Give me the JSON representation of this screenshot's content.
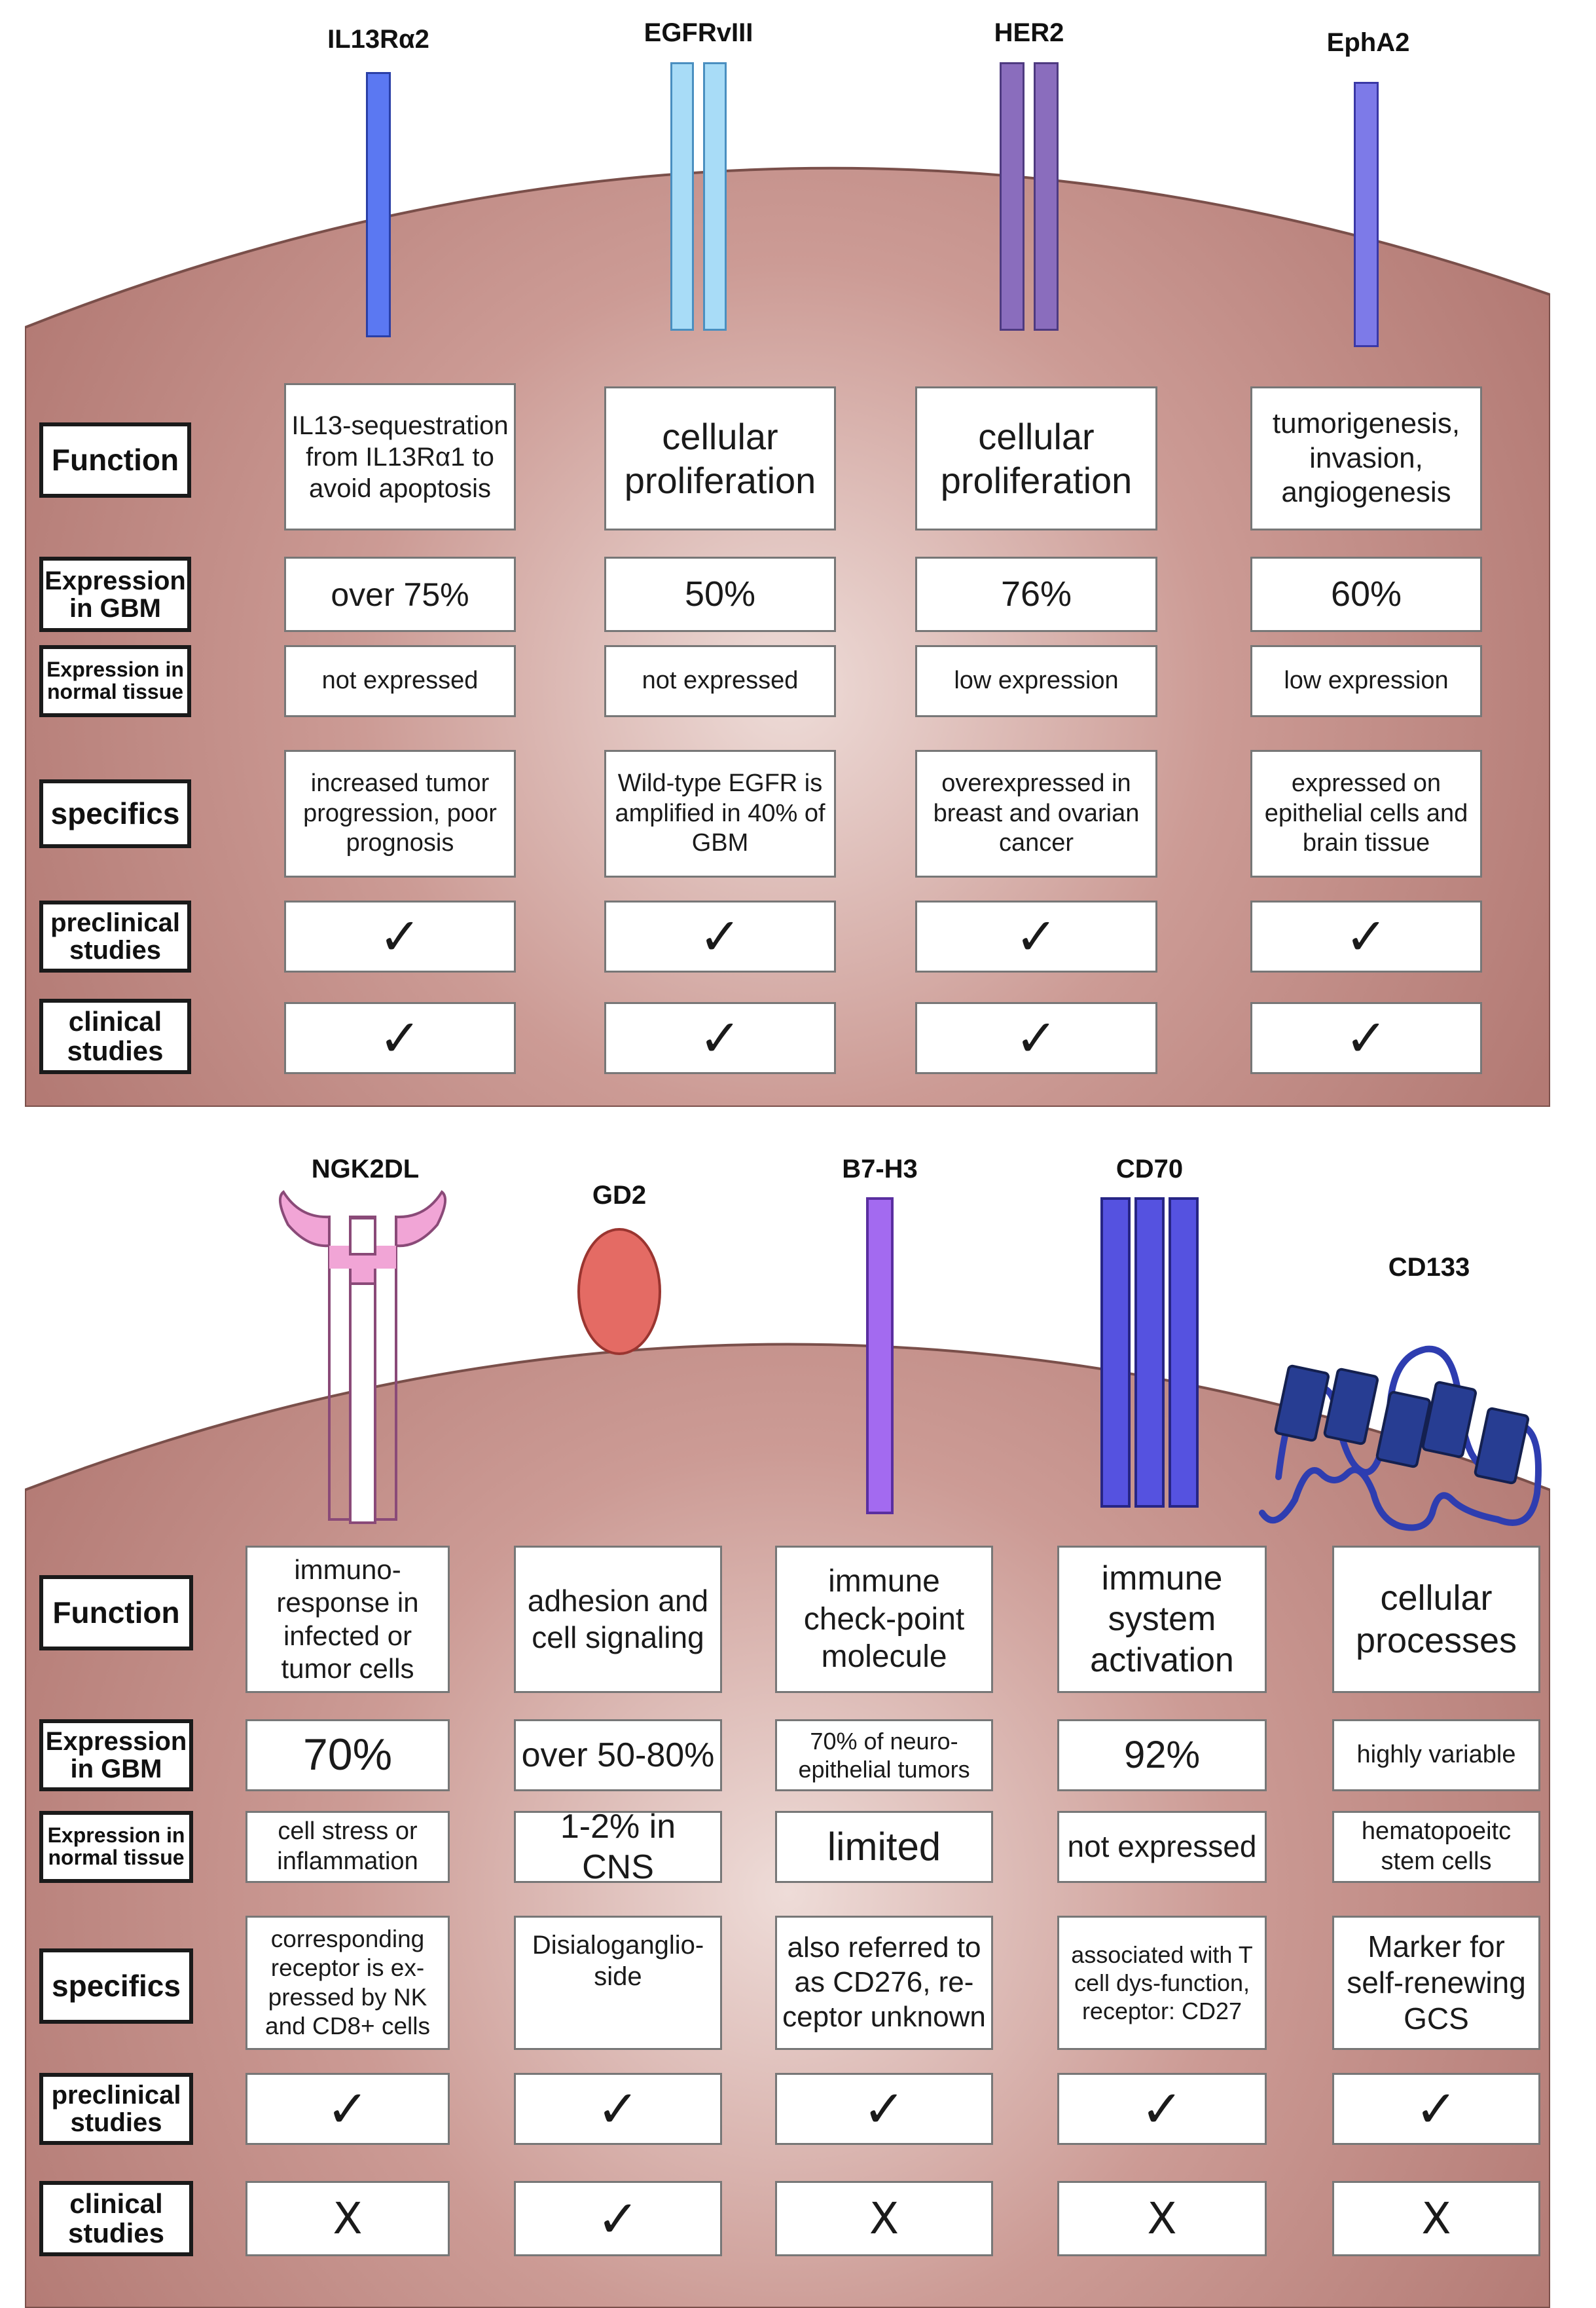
{
  "colors": {
    "cell_light": "#eedcd8",
    "cell_mid": "#cc9b95",
    "cell_dark": "#b37a74",
    "IL13Ra2": "#5b78f2",
    "EGFRvIII": "#a8dcf7",
    "HER2": "#8a6dbd",
    "EphA2": "#7d7ae8",
    "NGK2DL": "#f1a5d6",
    "GD2": "#e46b64",
    "B7-H3": "#a36af0",
    "CD70": "#5552e0",
    "CD133": "#273d92"
  },
  "icons": {
    "check": "check-mark-icon",
    "cross": "cross-mark-icon"
  },
  "top": {
    "row_labels": {
      "function": "Function",
      "expr_gbm": "Expression in GBM",
      "expr_normal": "Expression in normal tissue",
      "specifics": "specifics",
      "preclinical": "preclinical studies",
      "clinical": "clinical studies"
    },
    "targets": [
      {
        "name": "IL13Rα2",
        "function": "IL13-sequestration from IL13Rα1 to avoid apoptosis",
        "expr_gbm": "over 75%",
        "expr_normal": "not expressed",
        "specifics": "increased tumor progression, poor prognosis",
        "preclinical": "✓",
        "clinical": "✓"
      },
      {
        "name": "EGFRvIII",
        "function": "cellular proliferation",
        "expr_gbm": "50%",
        "expr_normal": "not expressed",
        "specifics": "Wild-type EGFR is amplified in 40% of GBM",
        "preclinical": "✓",
        "clinical": "✓"
      },
      {
        "name": "HER2",
        "function": "cellular proliferation",
        "expr_gbm": "76%",
        "expr_normal": "low expression",
        "specifics": "overexpressed in breast and ovarian cancer",
        "preclinical": "✓",
        "clinical": "✓"
      },
      {
        "name": "EphA2",
        "function": "tumorigenesis, invasion, angiogenesis",
        "expr_gbm": "60%",
        "expr_normal": "low expression",
        "specifics": "expressed on epithelial cells and brain tissue",
        "preclinical": "✓",
        "clinical": "✓"
      }
    ]
  },
  "bottom": {
    "row_labels": {
      "function": "Function",
      "expr_gbm": "Expression in GBM",
      "expr_normal": "Expression in normal tissue",
      "specifics": "specifics",
      "preclinical": "preclinical studies",
      "clinical": "clinical studies"
    },
    "targets": [
      {
        "name": "NGK2DL",
        "function": "immuno-response in infected or tumor cells",
        "expr_gbm": "70%",
        "expr_normal": "cell stress or inflammation",
        "specifics": "corresponding receptor is ex-pressed by NK and CD8+ cells",
        "preclinical": "✓",
        "clinical": "X"
      },
      {
        "name": "GD2",
        "function": "adhesion and cell signaling",
        "expr_gbm": "over 50-80%",
        "expr_normal": "1-2% in CNS",
        "specifics": "Disialoganglio-side",
        "preclinical": "✓",
        "clinical": "✓"
      },
      {
        "name": "B7-H3",
        "function": "immune check-point molecule",
        "expr_gbm": "70% of neuro-epithelial tumors",
        "expr_normal": "limited",
        "specifics": "also referred to as CD276, re-ceptor unknown",
        "preclinical": "✓",
        "clinical": "X"
      },
      {
        "name": "CD70",
        "function": "immune system activation",
        "expr_gbm": "92%",
        "expr_normal": "not expressed",
        "specifics": "associated with T cell dys-function, receptor: CD27",
        "preclinical": "✓",
        "clinical": "X"
      },
      {
        "name": "CD133",
        "function": "cellular processes",
        "expr_gbm": "highly variable",
        "expr_normal": "hematopoeitc stem cells",
        "specifics": "Marker for self-renewing GCS",
        "preclinical": "✓",
        "clinical": "X"
      }
    ]
  }
}
